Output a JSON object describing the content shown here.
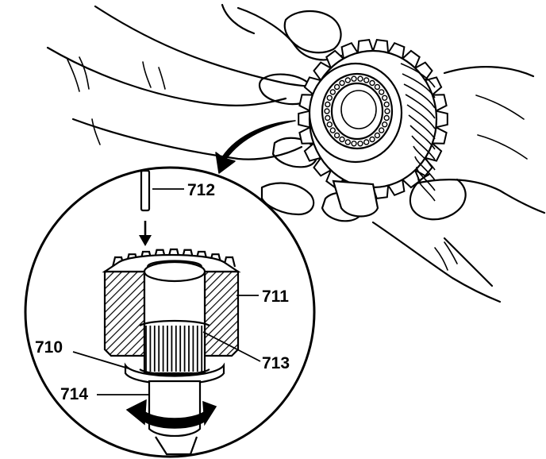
{
  "diagram": {
    "callouts": {
      "pin": "712",
      "gear": "711",
      "bearing_ring": "713",
      "thrust_washer": "710",
      "shaft": "714"
    },
    "colors": {
      "ink": "#000000",
      "paper": "#ffffff"
    }
  }
}
